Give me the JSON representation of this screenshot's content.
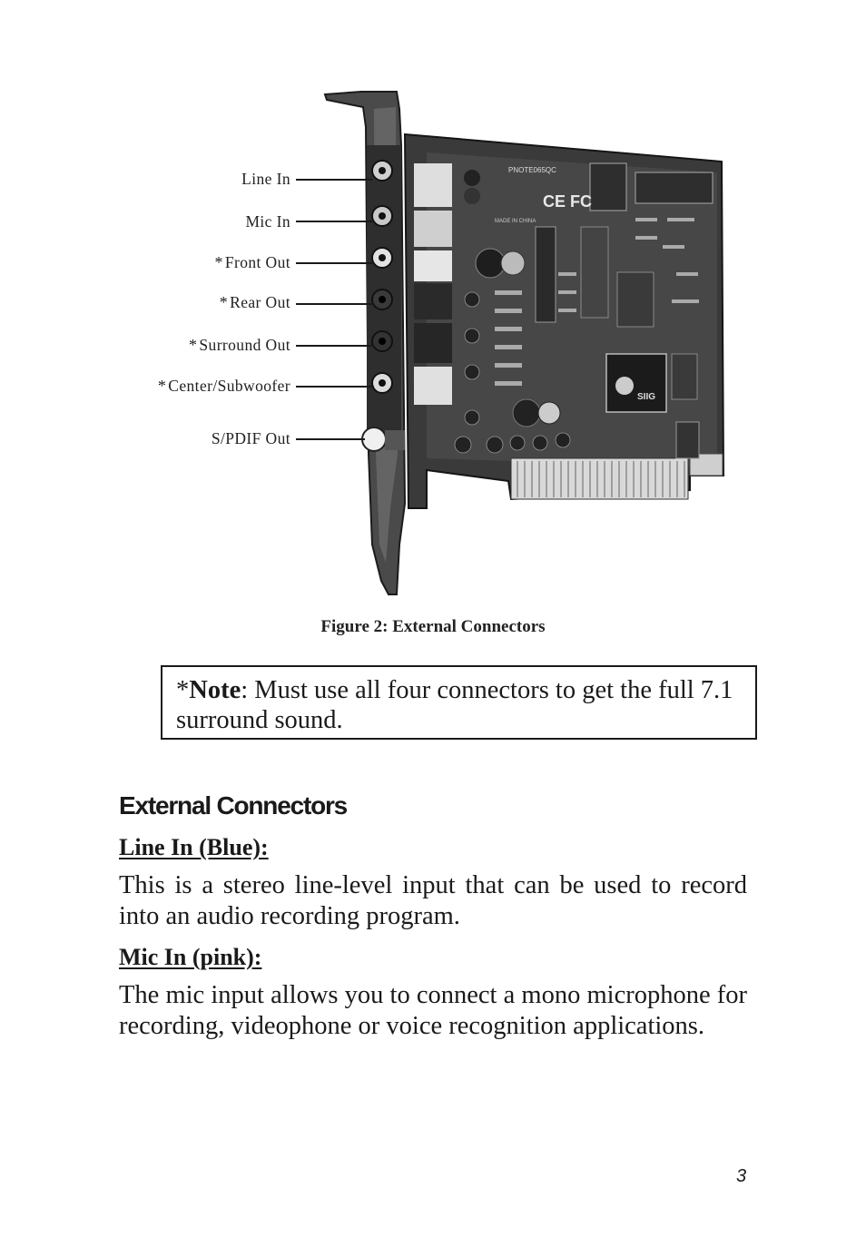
{
  "figure": {
    "callouts": [
      {
        "asterisk": "",
        "label": "Line In"
      },
      {
        "asterisk": "",
        "label": "Mic In"
      },
      {
        "asterisk": "*",
        "label": "Front  Out"
      },
      {
        "asterisk": "*",
        "label": "Rear  Out"
      },
      {
        "asterisk": "*",
        "label": "Surround  Out"
      },
      {
        "asterisk": "*",
        "label": "Center/Subwoofer"
      },
      {
        "asterisk": "",
        "label": "S/PDIF  Out"
      }
    ],
    "board_markings": {
      "model": "PNOTE065QC",
      "ce": "CE FC",
      "made_in": "MADE IN CHINA",
      "chip": "SIIG"
    },
    "caption": "Figure 2:  External Connectors"
  },
  "note": {
    "prefix": "*",
    "bold": "Note",
    "text": ":  Must use all four connectors to get the full 7.1 surround sound."
  },
  "section": {
    "heading": "External Connectors",
    "items": [
      {
        "title": "Line In (Blue):",
        "body": "This is a stereo line-level input that can be used to record into an audio recording program."
      },
      {
        "title": "Mic In (pink):",
        "body": "The mic input allows you to connect a mono microphone for recording, videophone or voice recognition applications."
      }
    ]
  },
  "page_number": "3"
}
